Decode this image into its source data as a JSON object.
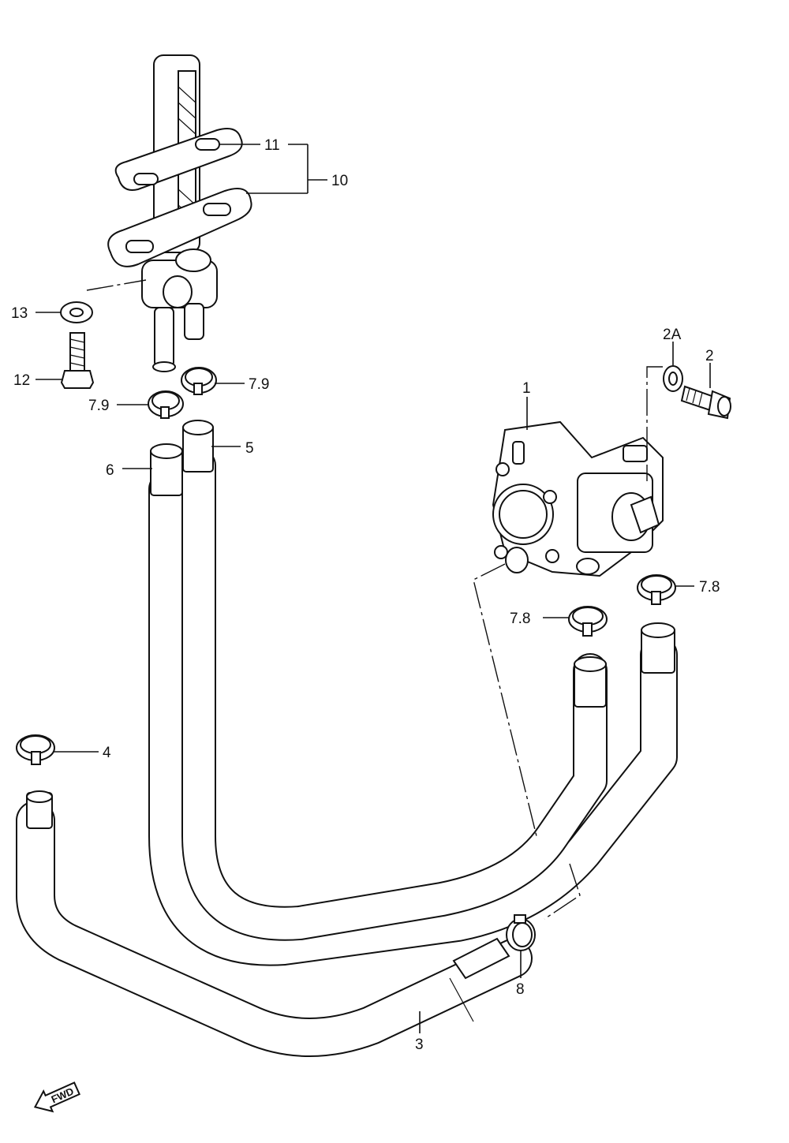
{
  "callouts": {
    "c1": "1",
    "c2": "2",
    "c2a": "2A",
    "c3": "3",
    "c4": "4",
    "c5": "5",
    "c6": "6",
    "c7_8_right": "7.8",
    "c7_8_left": "7.8",
    "c7_9_right": "7.9",
    "c7_9_left": "7.9",
    "c8": "8",
    "c10": "10",
    "c11": "11",
    "c12": "12",
    "c13": "13"
  },
  "direction_arrow": {
    "label": "FWD",
    "icon": "fwd-arrow-icon"
  },
  "colors": {
    "line": "#111111",
    "background": "#ffffff"
  }
}
